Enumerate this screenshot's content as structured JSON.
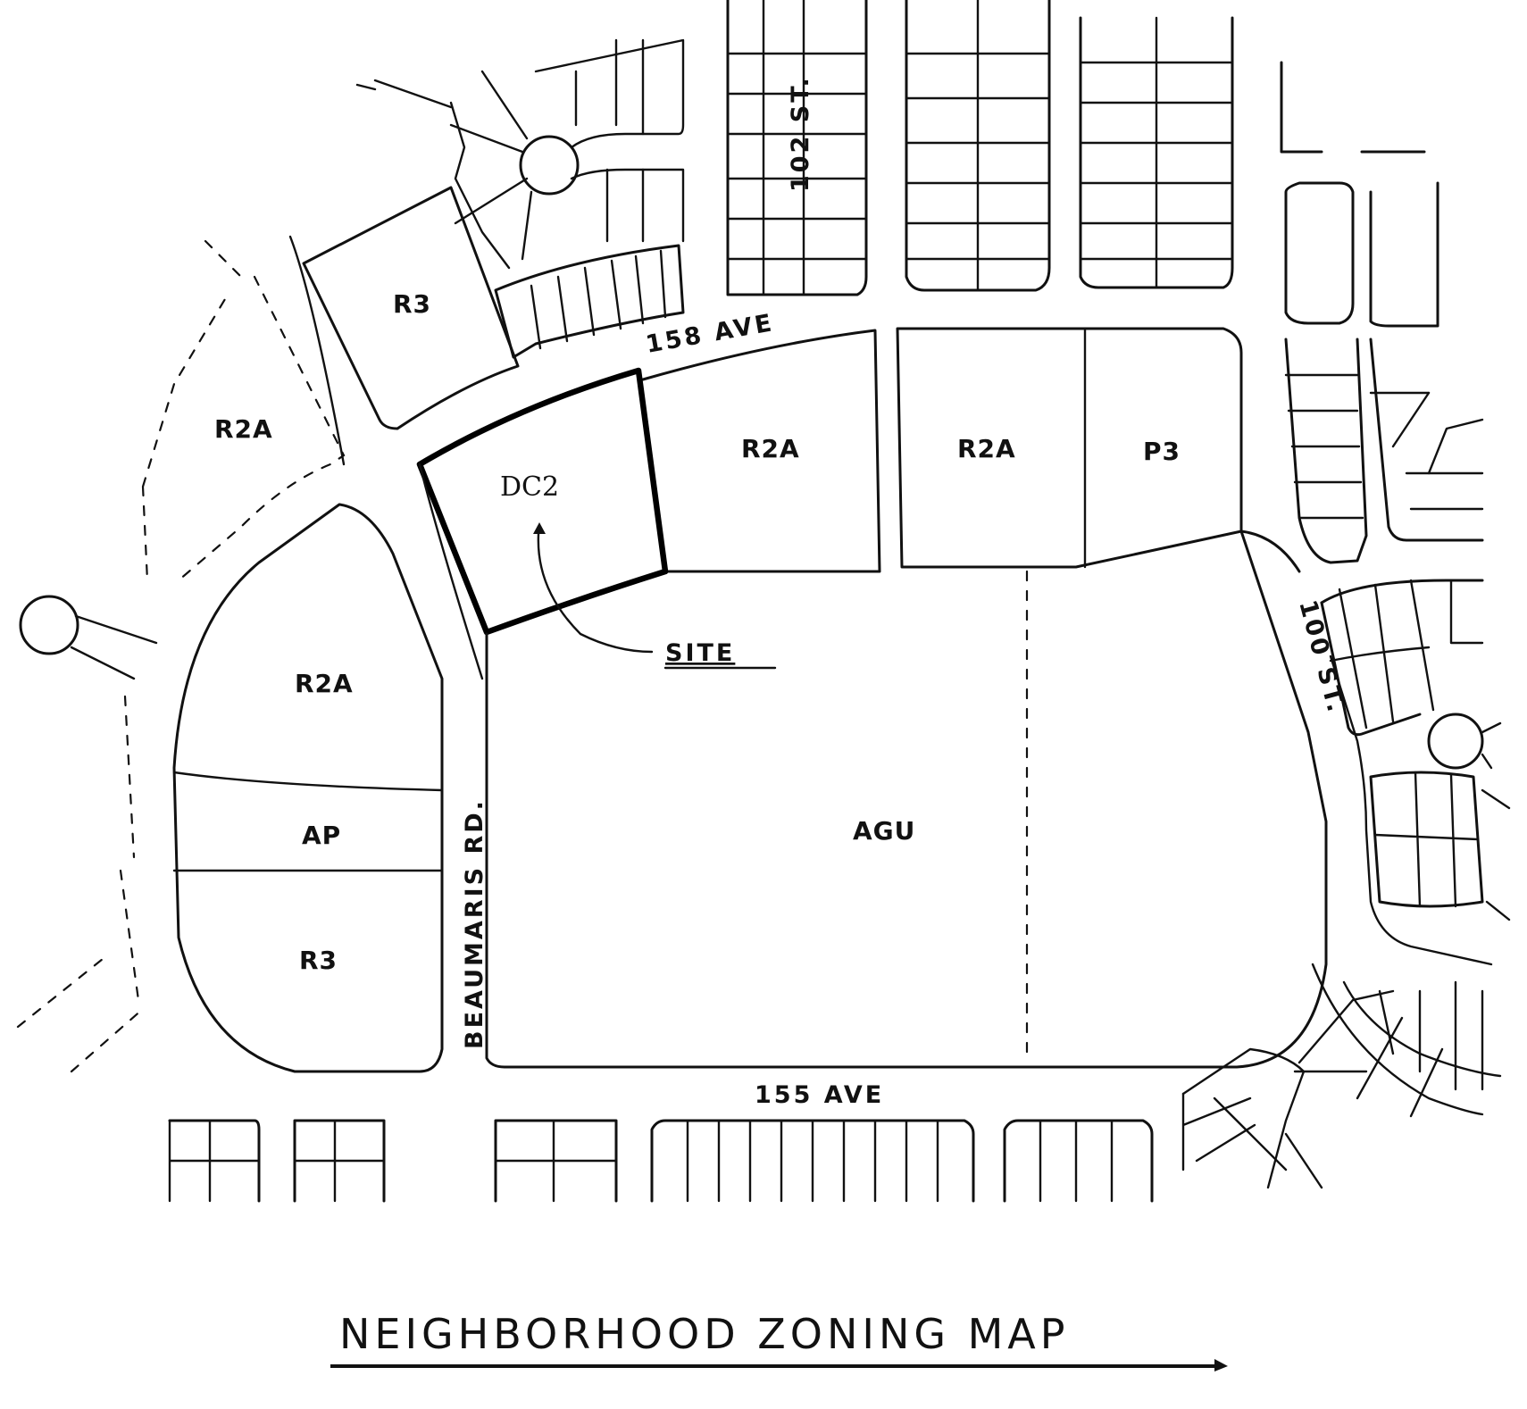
{
  "map": {
    "title": "NEIGHBORHOOD  ZONING  MAP",
    "site_label": "SITE",
    "site_zone": "DC2",
    "streets": {
      "s158_ave": "158 AVE",
      "s155_ave": "155 AVE",
      "s102_st": "102 ST.",
      "s100_st": "100 ST.",
      "beaumaris_rd": "BEAUMARIS RD."
    },
    "zones": {
      "r3_north": "R3",
      "r2a_west": "R2A",
      "r2a_center": "R2A",
      "r2a_east": "R2A",
      "p3": "P3",
      "r2a_southwest": "R2A",
      "ap": "AP",
      "r3_south": "R3",
      "agu": "AGU"
    }
  }
}
